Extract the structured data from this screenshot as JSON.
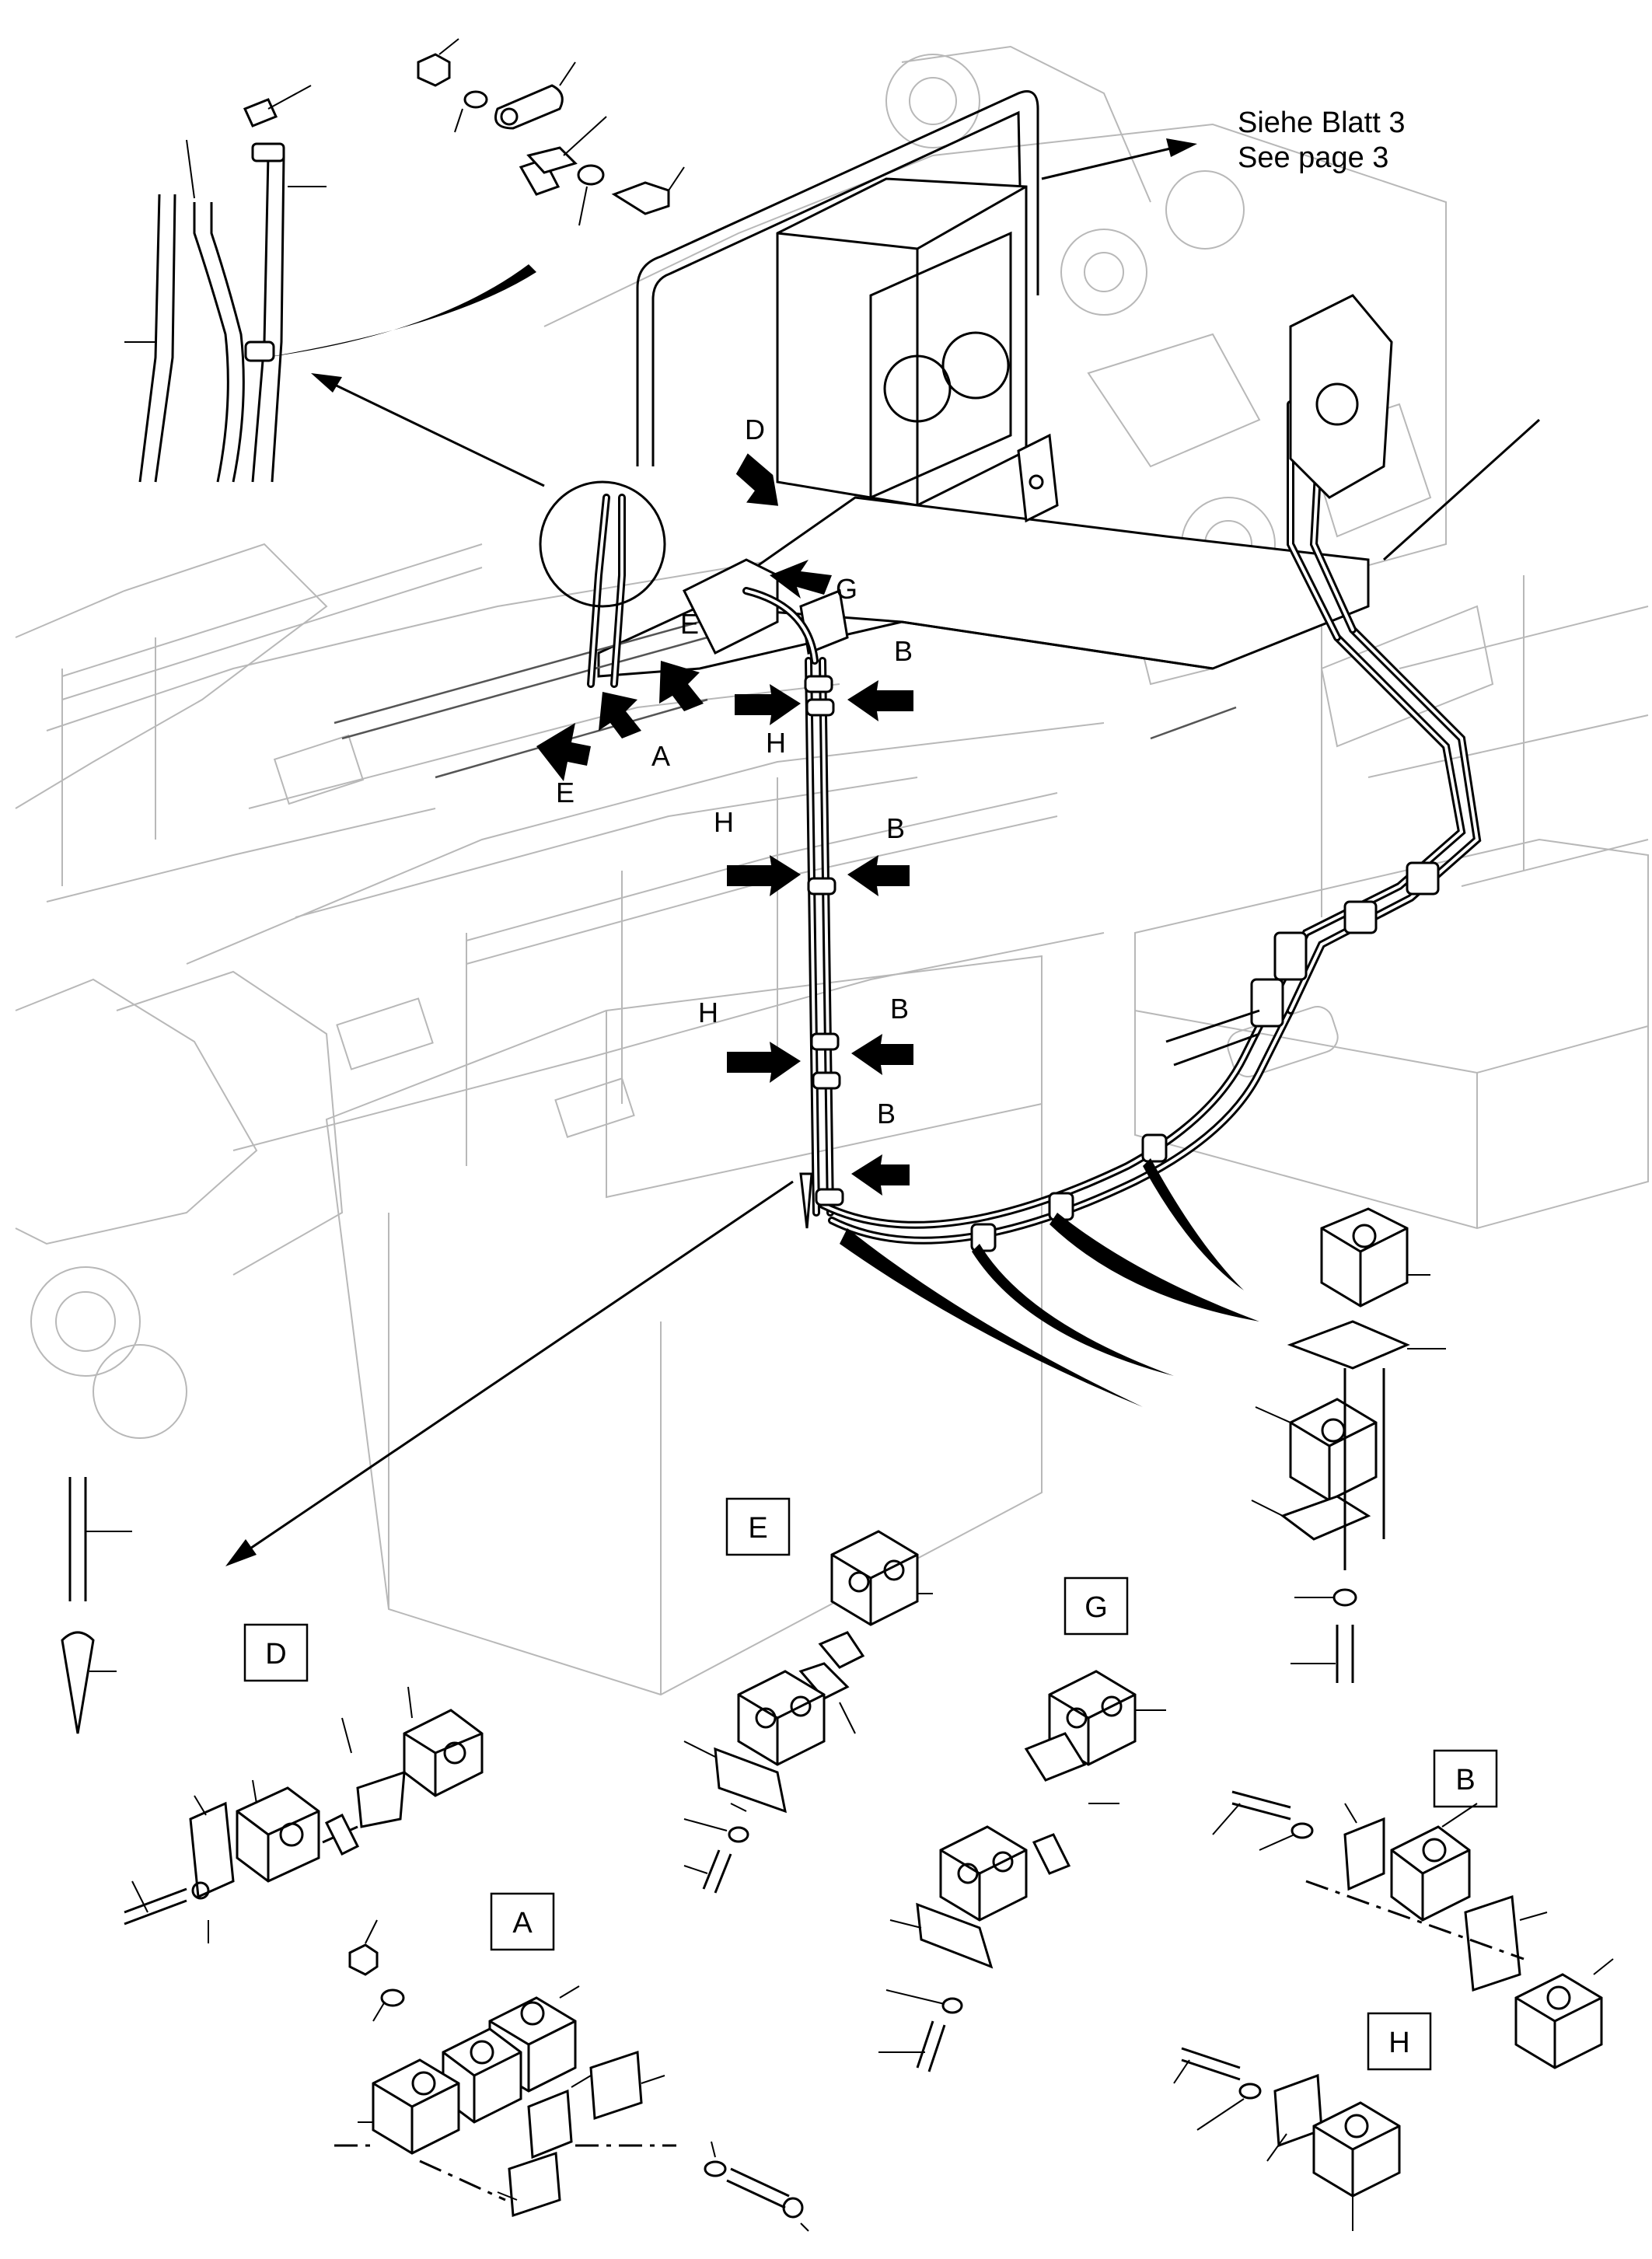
{
  "reference": {
    "line1": "Siehe Blatt 3",
    "line2": "See page 3"
  },
  "callouts": {
    "A": "A",
    "B": "B",
    "D": "D",
    "E": "E",
    "G": "G",
    "H": "H"
  },
  "detail_boxes": {
    "D": "D",
    "E": "E",
    "G": "G",
    "A": "A",
    "B": "B",
    "H": "H"
  },
  "colors": {
    "ink": "#000000",
    "ghost": "#b8b8b8",
    "paper": "#ffffff"
  }
}
